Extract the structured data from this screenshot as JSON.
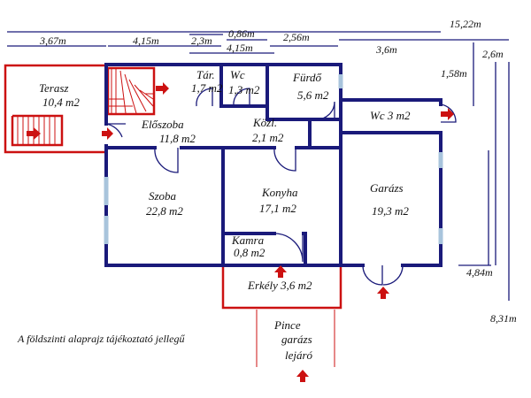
{
  "dims": {
    "total": "15,22m",
    "terasz_w": "3,67m",
    "eloszoba_w": "4,15m",
    "tar_w": "2,3m",
    "wc_w": "0,86m",
    "inner_w": "4,15m",
    "furdo_w": "2,56m",
    "garazs_w": "3,6m",
    "h1": "2,6m",
    "h2": "1,58m",
    "h3": "4,84m",
    "h4": "8,31m"
  },
  "rooms": {
    "terasz": {
      "name": "Terasz",
      "area": "10,4 m2"
    },
    "eloszoba": {
      "name": "Előszoba",
      "area": "11,8 m2"
    },
    "tar": {
      "name": "Tár.",
      "area": "1,7 m2"
    },
    "wc": {
      "name": "Wc",
      "area": "1,3 m2"
    },
    "furdo": {
      "name": "Fürdő",
      "area": "5,6 m2"
    },
    "kozl": {
      "name": "Közl.",
      "area": "2,1 m2"
    },
    "wc2": {
      "label": "Wc 3 m2"
    },
    "szoba": {
      "name": "Szoba",
      "area": "22,8 m2"
    },
    "konyha": {
      "name": "Konyha",
      "area": "17,1 m2"
    },
    "garazs": {
      "name": "Garázs",
      "area": "19,3 m2"
    },
    "kamra": {
      "name": "Kamra",
      "area": "0,8 m2"
    },
    "erkely": {
      "label": "Erkély 3,6 m2"
    },
    "pince": {
      "line1": "Pince",
      "line2": "garázs",
      "line3": "lejáró"
    }
  },
  "note": "A földszinti alaprajz tájékoztató jellegű",
  "colors": {
    "wall": "#1a1a7a",
    "accent": "#cc1111",
    "window": "#a8c4dc"
  }
}
